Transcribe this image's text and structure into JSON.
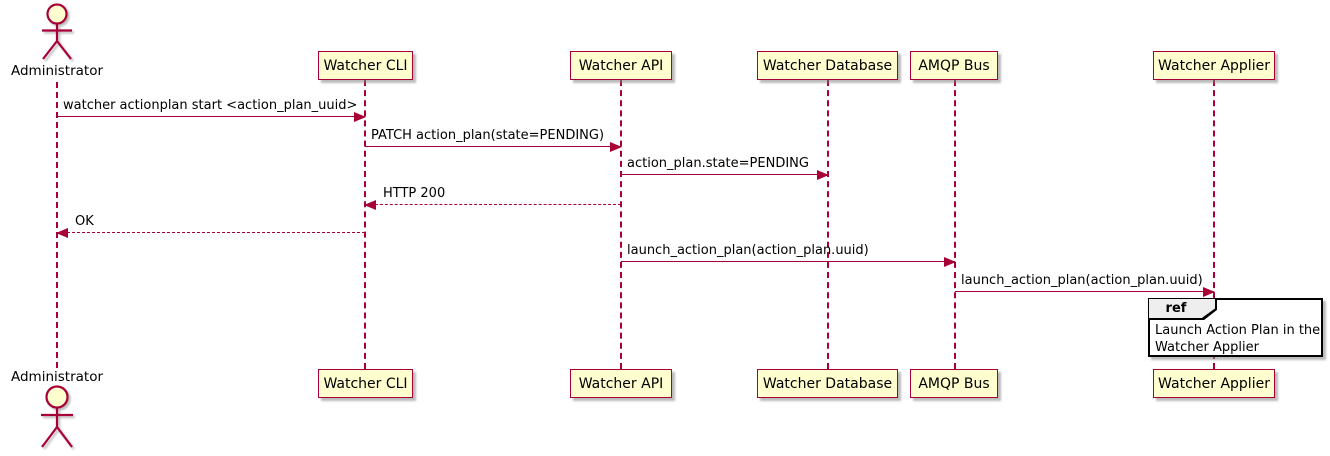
{
  "diagram": {
    "kind": "uml-sequence-diagram",
    "style": "plantuml"
  },
  "colors": {
    "participant_fill": "#FEFECE",
    "participant_border": "#A80036",
    "lifeline": "#A80036",
    "message": "#A80036",
    "text": "#000000",
    "ref_header_fill": "#EEEEEE",
    "ref_border": "#000000"
  },
  "participants": [
    {
      "id": "administrator",
      "label": "Administrator",
      "kind": "actor"
    },
    {
      "id": "watcher-cli",
      "label": "Watcher CLI",
      "kind": "participant"
    },
    {
      "id": "watcher-api",
      "label": "Watcher API",
      "kind": "participant"
    },
    {
      "id": "watcher-database",
      "label": "Watcher Database",
      "kind": "participant"
    },
    {
      "id": "amqp-bus",
      "label": "AMQP Bus",
      "kind": "participant"
    },
    {
      "id": "watcher-applier",
      "label": "Watcher Applier",
      "kind": "participant"
    }
  ],
  "messages": [
    {
      "from": "Administrator",
      "to": "Watcher CLI",
      "label": "watcher actionplan start <action_plan_uuid>",
      "style": "solid",
      "direction": "ltr"
    },
    {
      "from": "Watcher CLI",
      "to": "Watcher API",
      "label": "PATCH action_plan(state=PENDING)",
      "style": "solid",
      "direction": "ltr"
    },
    {
      "from": "Watcher API",
      "to": "Watcher Database",
      "label": "action_plan.state=PENDING",
      "style": "solid",
      "direction": "ltr"
    },
    {
      "from": "Watcher API",
      "to": "Watcher CLI",
      "label": "HTTP 200",
      "style": "dashed",
      "direction": "rtl"
    },
    {
      "from": "Watcher CLI",
      "to": "Administrator",
      "label": "OK",
      "style": "dashed",
      "direction": "rtl"
    },
    {
      "from": "Watcher API",
      "to": "AMQP Bus",
      "label": "launch_action_plan(action_plan.uuid)",
      "style": "solid",
      "direction": "ltr"
    },
    {
      "from": "AMQP Bus",
      "to": "Watcher Applier",
      "label": "launch_action_plan(action_plan.uuid)",
      "style": "solid",
      "direction": "ltr"
    }
  ],
  "ref_box": {
    "keyword": "ref",
    "over": "Watcher Applier",
    "text": "Launch Action Plan in the Watcher Applier",
    "line1": "Launch Action Plan in the",
    "line2": "Watcher Applier"
  }
}
